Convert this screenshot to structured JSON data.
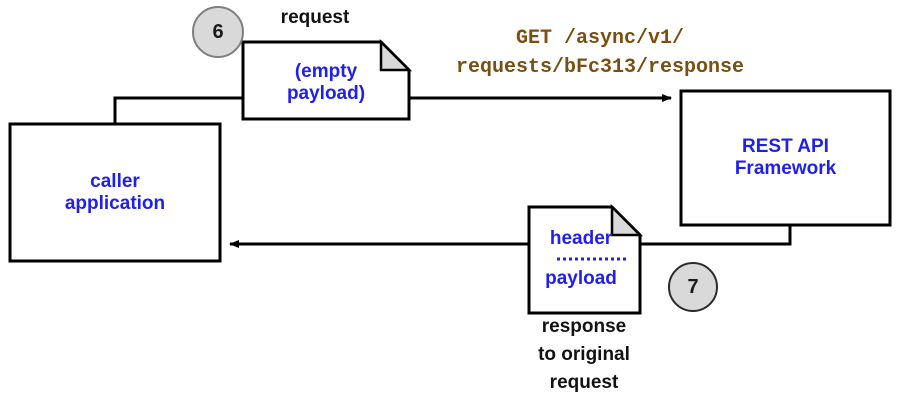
{
  "diagram": {
    "title": "Async REST API callback sequence - steps 6 and 7",
    "colors": {
      "node_text": "#2020ee",
      "url_text": "#7a4f10",
      "plain_text": "#121212",
      "badge_fill": "#d9d9d9",
      "badge_stroke": "#7f7f7f",
      "line": "#000000",
      "fold_fill": "#d9d9d9",
      "background": "#ffffff"
    },
    "nodes": {
      "caller": {
        "label_line1": "caller",
        "label_line2": "application"
      },
      "rest_api": {
        "label_line1": "REST API",
        "label_line2": "Framework"
      },
      "request_doc": {
        "caption": "request",
        "label_line1": "(empty",
        "label_line2": "payload)"
      },
      "response_doc": {
        "label_line1": "header",
        "label_line2": "payload",
        "caption_line1": "response",
        "caption_line2": "to original",
        "caption_line3": "request"
      }
    },
    "badges": [
      {
        "id": "step-6",
        "number": "6"
      },
      {
        "id": "step-7",
        "number": "7"
      }
    ],
    "edges": {
      "request_url_line1": "GET /async/v1/",
      "request_url_line2": "requests/bFc313/response"
    }
  }
}
